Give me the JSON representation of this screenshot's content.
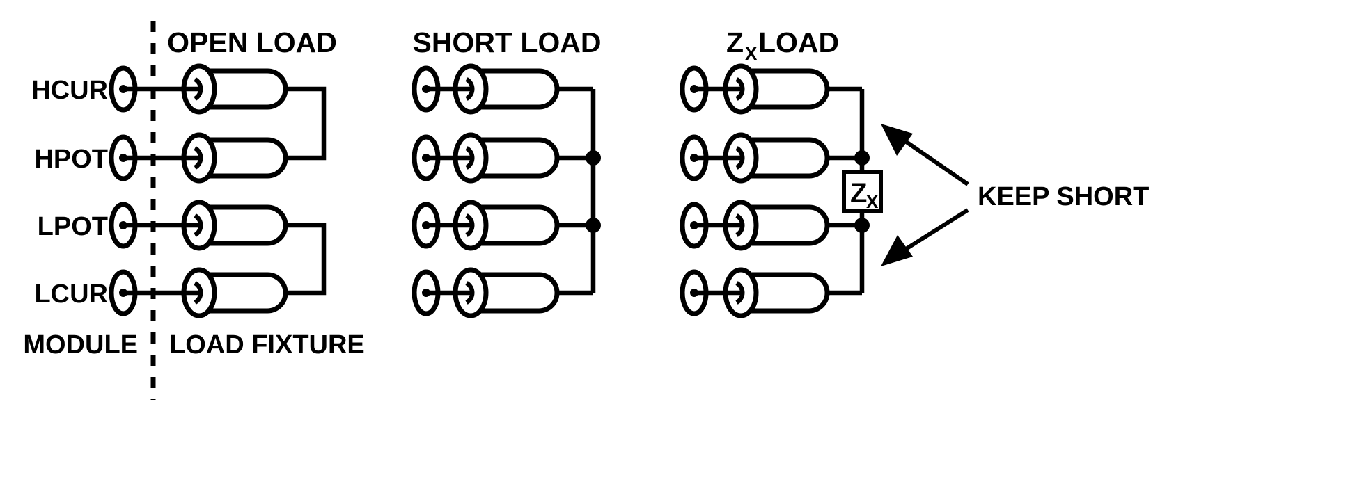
{
  "diagram": {
    "title_hidden": "Four-terminal pair load fixture connection configurations",
    "divider_label_left": "MODULE",
    "divider_label_right": "LOAD FIXTURE",
    "ink_color": "#000000",
    "background_color": "#ffffff"
  },
  "ports": [
    {
      "id": "hcur",
      "label": "HCUR"
    },
    {
      "id": "hpot",
      "label": "HPOT"
    },
    {
      "id": "lpot",
      "label": "LPOT"
    },
    {
      "id": "lcur",
      "label": "LCUR"
    }
  ],
  "sections": [
    {
      "id": "open",
      "heading": "OPEN LOAD",
      "heading_base": "OPEN LOAD",
      "heading_sub": ""
    },
    {
      "id": "short",
      "heading": "SHORT LOAD",
      "heading_base": "SHORT LOAD",
      "heading_sub": ""
    },
    {
      "id": "zx",
      "heading": "Zx LOAD",
      "heading_base": "Z",
      "heading_sub": "X",
      "heading_tail": " LOAD"
    }
  ],
  "zx_component": {
    "label_base": "Z",
    "label_sub": "X"
  },
  "annotation": {
    "keep_short_label": "KEEP SHORT"
  }
}
